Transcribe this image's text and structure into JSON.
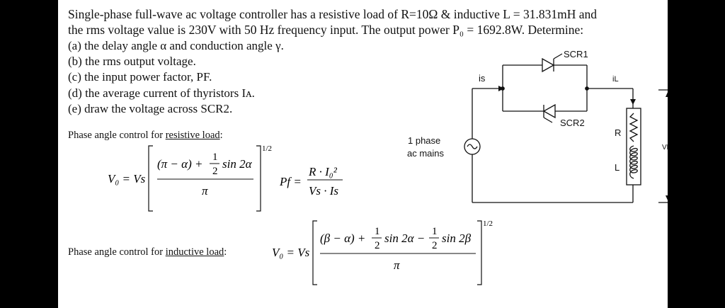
{
  "problem": {
    "line1": "Single-phase full-wave ac voltage controller has a resistive load of R=10Ω & inductive L = 31.831mH and",
    "line2": "the rms voltage value is 230V with 50 Hz frequency input. The output power P₀ = 1692.8W. Determine:"
  },
  "questions": [
    "(a) the delay angle α and conduction angle γ.",
    "(b) the rms output voltage.",
    "(c) the input power factor, PF.",
    "(d) the average current of thyristors Iᴀ.",
    "(e) draw the voltage across SCR2."
  ],
  "resistive": {
    "heading_prefix": "Phase angle control for ",
    "heading_link": "resistive load",
    "heading_suffix": ":"
  },
  "inductive": {
    "heading_prefix": "Phase angle control for ",
    "heading_link": "inductive load",
    "heading_suffix": ":"
  },
  "formula_resistive": {
    "lhs": "V₀ = Vs",
    "numerator_a": "(π − α) +",
    "half_num": "1",
    "half_den": "2",
    "sin": "sin 2α",
    "denominator": "π",
    "power": "1/2"
  },
  "formula_pf": {
    "lhs": "Pf =",
    "numerator": "R · I₀²",
    "denominator": "Vs · Is"
  },
  "formula_inductive": {
    "lhs": "V₀ = Vs",
    "term1": "(β − α) +",
    "half1_num": "1",
    "half1_den": "2",
    "sin1": "sin 2α −",
    "half2_num": "1",
    "half2_den": "2",
    "sin2": "sin 2β",
    "denominator": "π",
    "power": "1/2"
  },
  "circuit": {
    "source_label_1": "1 phase",
    "source_label_2": "ac mains",
    "is": "is",
    "il": "iL",
    "scr1": "SCR1",
    "scr2": "SCR2",
    "r": "R",
    "l": "L",
    "vl": "VL",
    "source_symbol": "~"
  }
}
